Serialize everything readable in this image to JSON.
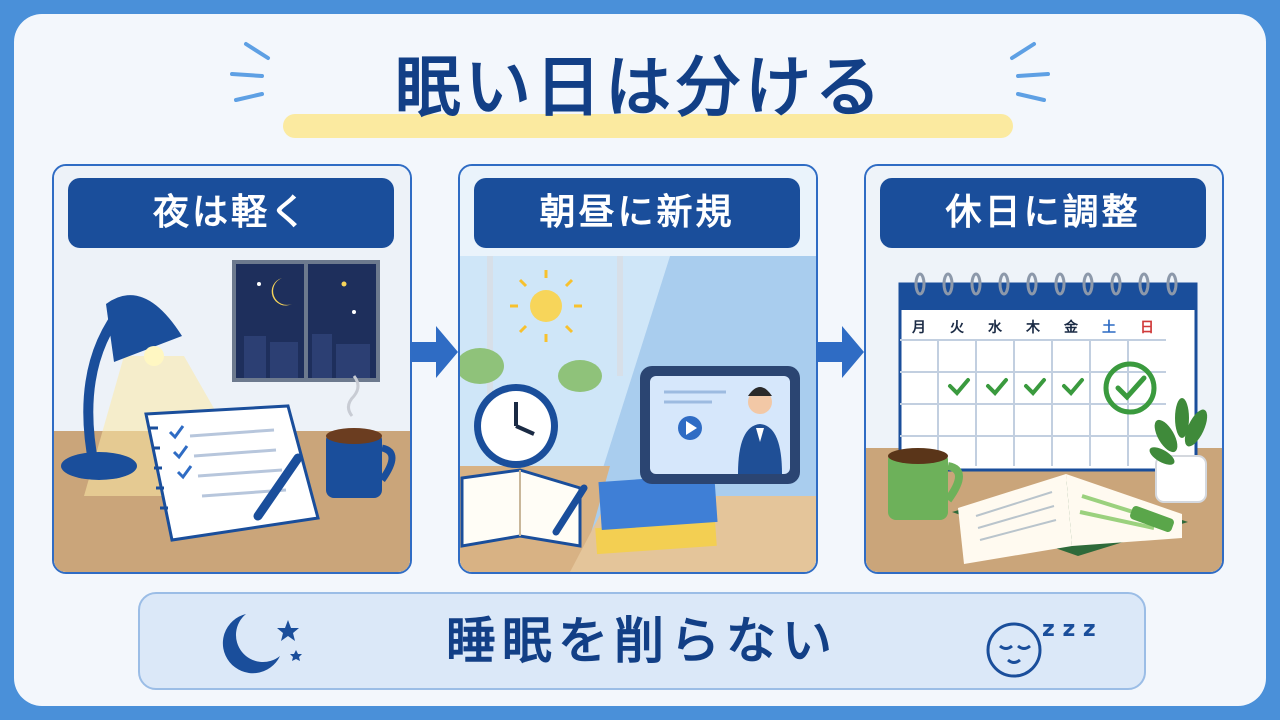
{
  "title": "眠い日は分ける",
  "panels": [
    {
      "label": "夜は軽く"
    },
    {
      "label": "朝昼に新規"
    },
    {
      "label": "休日に調整"
    }
  ],
  "calendar": {
    "weekdays": [
      "月",
      "火",
      "水",
      "木",
      "金",
      "土",
      "日"
    ]
  },
  "footer": {
    "text": "睡眠を削らない",
    "zzz": "z z z"
  },
  "colors": {
    "navy": "#123f86",
    "accent_blue": "#1a4e9b",
    "background": "#f3f7fc",
    "highlight": "#fbeaa0",
    "check_green": "#3a9a3e"
  }
}
